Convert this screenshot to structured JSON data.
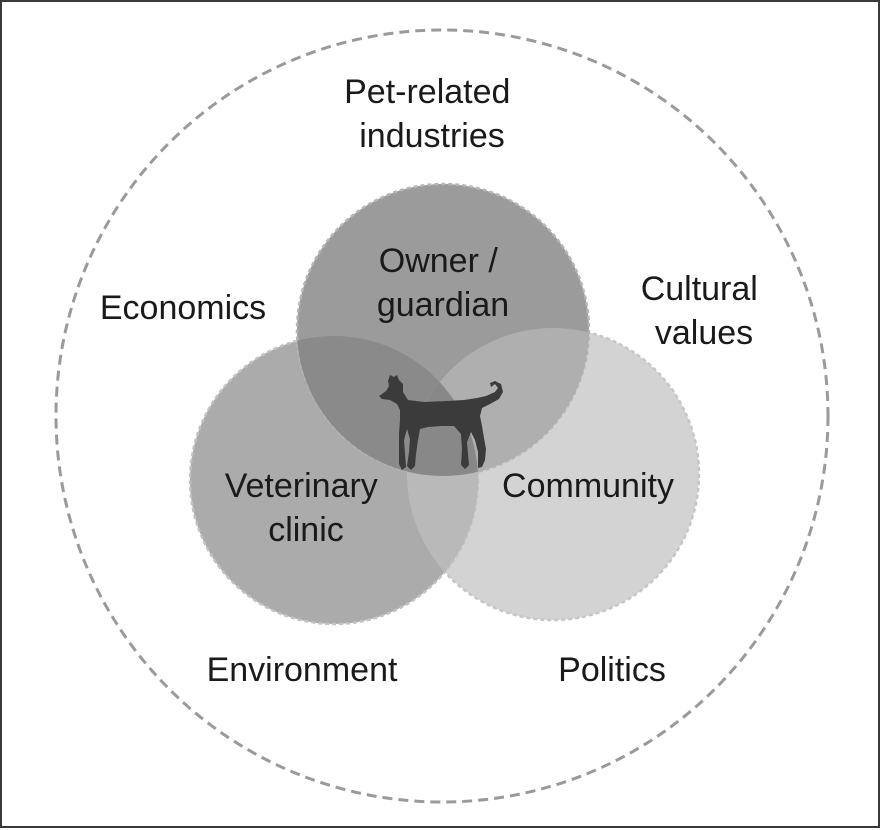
{
  "diagram": {
    "outer_context": {
      "top": [
        "Pet-related",
        "industries"
      ],
      "left": "Economics",
      "right": [
        "Cultural",
        "values"
      ],
      "bottom_left": "Environment",
      "bottom_right": "Politics"
    },
    "circles": {
      "owner": [
        "Owner /",
        "guardian"
      ],
      "vet": [
        "Veterinary",
        "clinic"
      ],
      "community": "Community"
    },
    "center_icon": "dog-icon",
    "colors": {
      "owner_fill": "#9b9b9b",
      "vet_fill": "#ababab",
      "community_fill": "#d3d3d3",
      "outer_dash": "#9a9a9a",
      "dog": "#3b3b3b",
      "text": "#1a1a1a"
    }
  }
}
